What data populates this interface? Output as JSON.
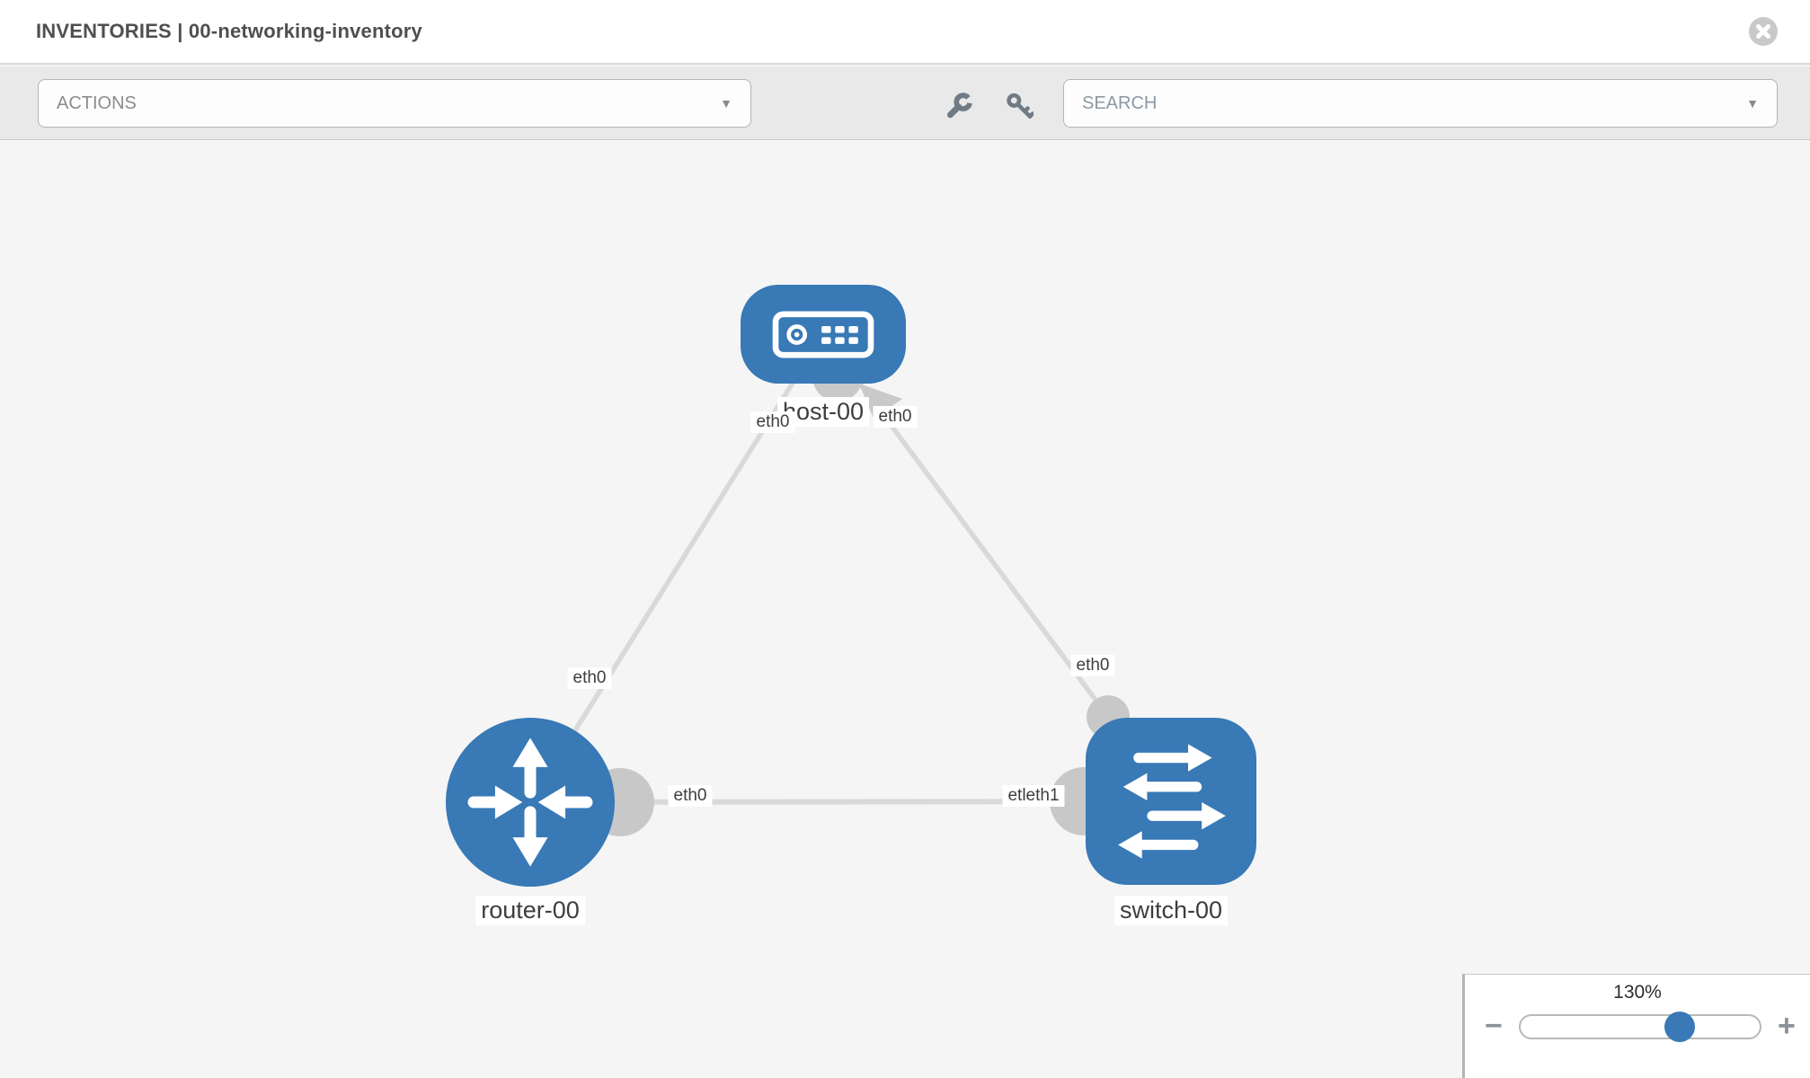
{
  "header": {
    "title": "INVENTORIES | 00-networking-inventory"
  },
  "toolbar": {
    "actions_label": "ACTIONS",
    "search_placeholder": "SEARCH"
  },
  "icons": {
    "close": "✕",
    "caret": "▼",
    "wrench": "wrench",
    "key": "key",
    "zoom_out": "−",
    "zoom_in": "+"
  },
  "topology": {
    "nodes": [
      {
        "id": "host-00",
        "label": "host-00",
        "type": "host"
      },
      {
        "id": "router-00",
        "label": "router-00",
        "type": "router"
      },
      {
        "id": "switch-00",
        "label": "switch-00",
        "type": "switch"
      }
    ],
    "links": [
      {
        "from": "host-00",
        "to": "router-00",
        "from_label": "eth0",
        "to_label": "eth0"
      },
      {
        "from": "host-00",
        "to": "switch-00",
        "from_label": "eth0",
        "to_label": "eth0"
      },
      {
        "from": "router-00",
        "to": "switch-00",
        "from_label": "eth0",
        "to_label": "etleth1"
      }
    ]
  },
  "zoom_panel": {
    "level": "130%"
  },
  "colors": {
    "node_blue": "#3879b6",
    "link_gray": "#d9d9d9",
    "connector_gray": "#c8c8c8",
    "canvas_bg": "#f5f5f5",
    "toolbar_bg": "#e9e9e9"
  }
}
